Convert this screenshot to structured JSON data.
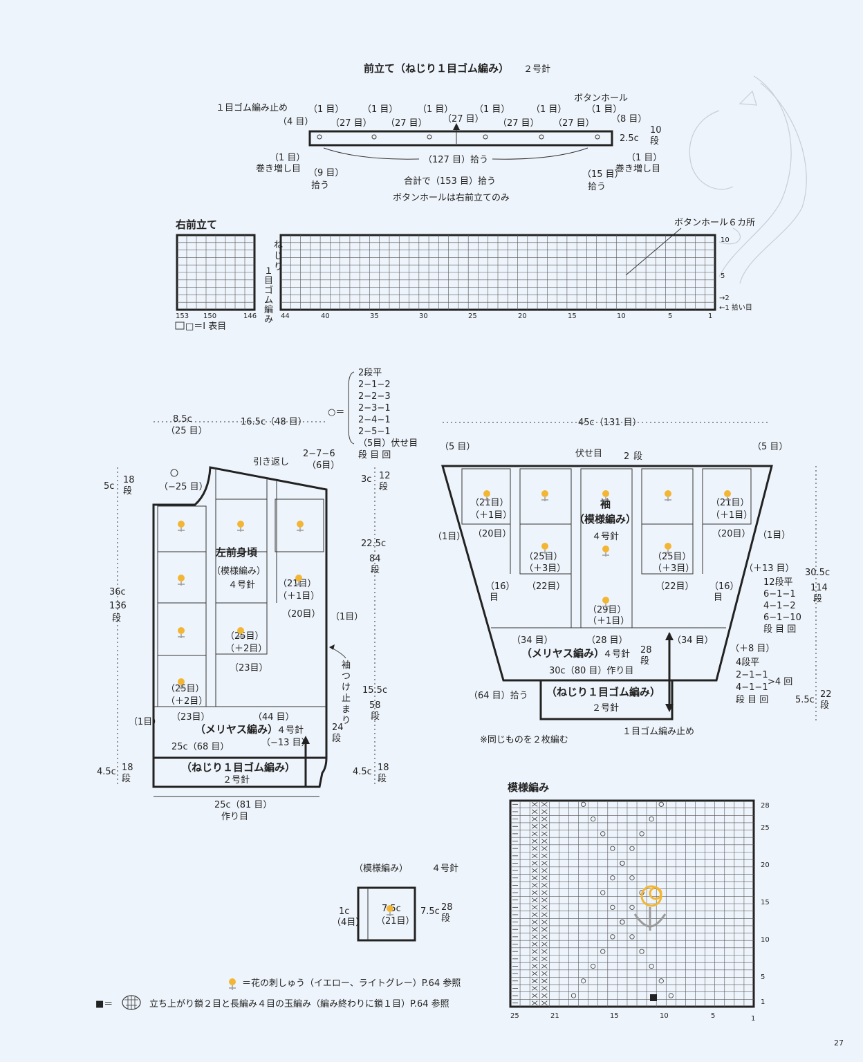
{
  "colors": {
    "background": "#eef4fb",
    "ink": "#222222",
    "flower": "#f2b634",
    "grey": "#9a9a9a"
  },
  "front_band": {
    "title": "前立て（ねじり１目ゴム編み）",
    "needle": "２号針",
    "bind_off": "１目ゴム編み止め",
    "buttonhole": "ボタンホール",
    "st_1": "（1 目）",
    "st_4": "（4 目）",
    "st_27": "（27 目）",
    "st_8": "（8 目）",
    "st_127": "（127 目）拾う",
    "st_9": "（9 目）",
    "st_15": "（15 目）",
    "pick": "拾う",
    "cast_on_inc": "巻き増し目",
    "total": "合計で（153 目）拾う",
    "note": "ボタンホールは右前立てのみ",
    "h": "2.5c",
    "rows": "10",
    "dan": "段"
  },
  "right_band": {
    "title": "右前立て",
    "buttonholes": "ボタンホール６カ所",
    "vertical_label": [
      "ね",
      "じ",
      "り",
      "１",
      "目",
      "ゴ",
      "ム",
      "編",
      "み"
    ],
    "x_ticks": [
      "153",
      "150",
      "146",
      "44",
      "40",
      "35",
      "30",
      "25",
      "20",
      "15",
      "10",
      "5",
      "1"
    ],
    "y_ticks": [
      "10",
      "5"
    ],
    "arrow_right": "→2",
    "arrow_left": "←1 拾い目",
    "legend": "□＝Ⅰ 表目"
  },
  "neck_shaping": {
    "circle": "○＝",
    "lines": [
      "2段平",
      "2−1−2",
      "2−2−3",
      "2−3−1",
      "2−4−1",
      "2−5−1",
      "（5目）伏せ目",
      "段 目 回"
    ]
  },
  "left_front": {
    "title": "左前身頃",
    "pattern": "（模様編み）",
    "needle": "４号針",
    "w1": "8.5c",
    "w1_sts": "（25 目）",
    "w2": "16.5c（48 目）",
    "short_rows": "引き返し",
    "sr_rows": "2−7−6",
    "sr_sts": "（6目）",
    "dec25": "（−25 目）",
    "h1": "5c",
    "h1_rows": "18",
    "h2": "36c",
    "h2_rows": "136",
    "h3": "4.5c",
    "h3_rows": "18",
    "dan": "段",
    "r1": "3c",
    "r1_rows": "12",
    "r2": "22.5c",
    "r2_rows": "84",
    "r3": "15.5c",
    "r3_rows": "58",
    "r4": "4.5c",
    "r4_rows": "18",
    "sleeve_stop": [
      "袖",
      "つ",
      "け",
      "止",
      "ま",
      "り"
    ],
    "st21": "（21目）",
    "inc1": "（＋1目）",
    "st20": "（20目）",
    "st1": "（1目）",
    "st25": "（25目）",
    "inc2": "（＋2目）",
    "st23": "（23目）",
    "st44": "（44 目）",
    "stockinette": "（メリヤス編み）",
    "dec13": "（−13 目）",
    "rows24": "24",
    "w25": "25c（68 目）",
    "rib": "（ねじり１目ゴム編み）",
    "rib_needle": "２号針",
    "bottom": "25c（81 目）",
    "cast_on": "作り目"
  },
  "sleeve": {
    "width": "45c（131 目）",
    "st5": "（5 目）",
    "bind_off": "伏せ目",
    "rows2": "2",
    "dan": "段",
    "title": "袖",
    "pattern": "（模様編み）",
    "needle": "４号針",
    "st21": "（21目）",
    "inc1": "（＋1目）",
    "st20": "（20目）",
    "st1": "（1目）",
    "st25": "（25目）",
    "inc3": "（＋3目）",
    "st22": "（22目）",
    "st16": "（16）",
    "moku": "目",
    "st29": "（29目）",
    "st34": "（34 目）",
    "st28": "（28 目）",
    "stockinette": "（メリヤス編み）",
    "needle4": "４号針",
    "rows28": "28",
    "cast": "30c（80 目）作り目",
    "pick64": "（64 目）拾う",
    "rib": "（ねじり１目ゴム編み）",
    "rib_needle": "２号針",
    "bind_off_rib": "１目ゴム編み止め",
    "make_two": "※同じものを２枚編む",
    "inc13": "（＋13 目）",
    "inc13_lines": [
      "12段平",
      "6−1−1",
      "4−1−2",
      "6−1−10",
      "段 目 回"
    ],
    "inc8": "（＋8 目）",
    "inc8_lines": [
      "4段平",
      "2−1−1",
      "4−1−1",
      "段 目 回"
    ],
    "times4": ">4 回",
    "h": "30.5c",
    "h_rows": "114",
    "h2": "5.5c",
    "h2_rows": "22"
  },
  "pattern_chart": {
    "title": "模様編み",
    "x_ticks": [
      "25",
      "21",
      "15",
      "10",
      "5",
      "1"
    ],
    "y_ticks": [
      "28",
      "25",
      "20",
      "15",
      "10",
      "5",
      "1"
    ]
  },
  "swatch": {
    "title": "（模様編み）",
    "needle": "４号針",
    "w_left": "1c",
    "w_left_sts": "（4目）",
    "w_mid": "7.5c",
    "w_mid_sts": "（21目）",
    "h": "7.5c",
    "h_rows": "28",
    "dan": "段"
  },
  "legend": {
    "flower": "＝花の刺しゅう（イエロー、ライトグレー）P.64 参照",
    "bobble_prefix": "■＝",
    "bobble": "立ち上がり鎖２目と長編み４目の玉編み（編み終わりに鎖１目）P.64 参照"
  },
  "page_number": "27"
}
